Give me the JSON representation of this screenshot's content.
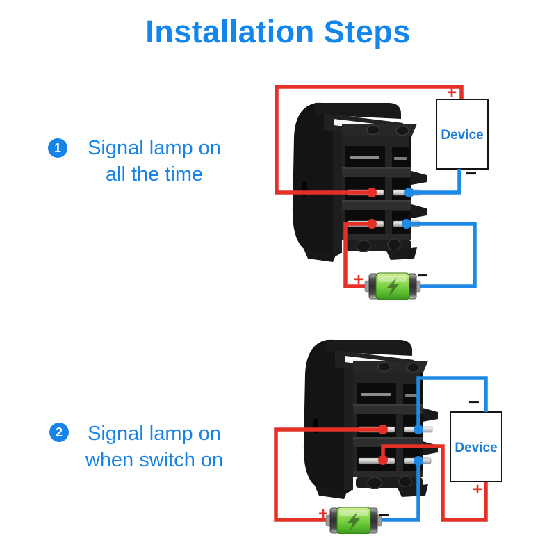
{
  "title": {
    "text": "Installation Steps"
  },
  "steps": [
    {
      "number": "1",
      "line1": "Signal lamp on",
      "line2": "all the time"
    },
    {
      "number": "2",
      "line1": "Signal lamp on",
      "line2": "when switch on"
    }
  ],
  "diagram1": {
    "device": {
      "label": "Device",
      "plus": "+",
      "minus": "−"
    },
    "battery": {
      "plus": "+",
      "minus": "−"
    }
  },
  "diagram2": {
    "device": {
      "label": "Device",
      "plus": "+",
      "minus": "−"
    },
    "battery": {
      "plus": "+",
      "minus": "−"
    }
  },
  "colors": {
    "accent_blue": "#1583e8",
    "wire_red": "#e33128",
    "wire_blue": "#1e88e5",
    "label_dark": "#141414",
    "device_text_blue": "#1b7cd9",
    "battery_green": "#7bd243"
  },
  "icons": {
    "step_badge_1": "circled-number-1",
    "step_badge_2": "circled-number-2",
    "battery_symbol": "lightning-bolt"
  }
}
